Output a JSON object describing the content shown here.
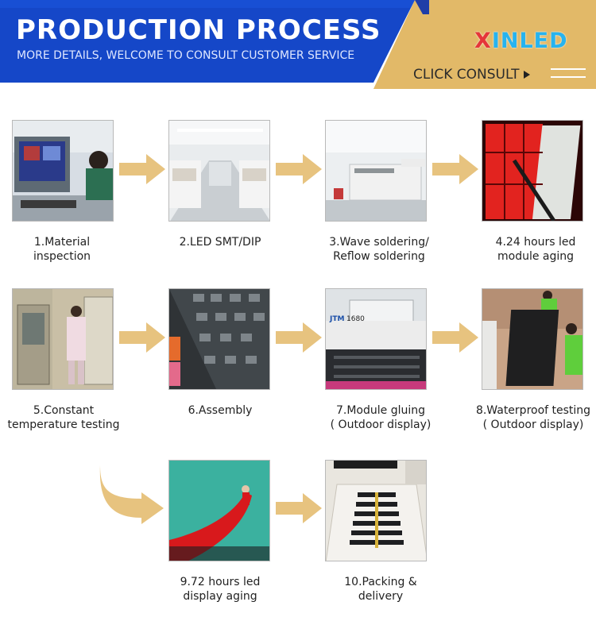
{
  "header": {
    "title": "PRODUCTION PROCESS",
    "subtitle": "MORE DETAILS, WELCOME TO CONSULT CUSTOMER SERVICE",
    "logo_x": "X",
    "logo_rest": "INLED",
    "consult_label": "CLICK CONSULT",
    "colors": {
      "blue": "#1547c8",
      "gold": "#e2b968"
    }
  },
  "steps": [
    {
      "line1": "1.Material",
      "line2": "inspection"
    },
    {
      "line1": "2.LED SMT/DIP",
      "line2": ""
    },
    {
      "line1": "3.Wave soldering/",
      "line2": "Reflow soldering"
    },
    {
      "line1": "4.24 hours led",
      "line2": "module aging"
    },
    {
      "line1": "5.Constant",
      "line2": "temperature testing"
    },
    {
      "line1": "6.Assembly",
      "line2": ""
    },
    {
      "line1": "7.Module gluing",
      "line2": "( Outdoor display)"
    },
    {
      "line1": "8.Waterproof testing",
      "line2": "( Outdoor display)"
    },
    {
      "line1": "9.72 hours led",
      "line2": "display aging"
    },
    {
      "line1": "10.Packing &",
      "line2": "delivery"
    }
  ],
  "overlay_text": {
    "machine_brand": "JTM",
    "machine_model": "1680"
  },
  "arrow_color": "#e7c37f"
}
